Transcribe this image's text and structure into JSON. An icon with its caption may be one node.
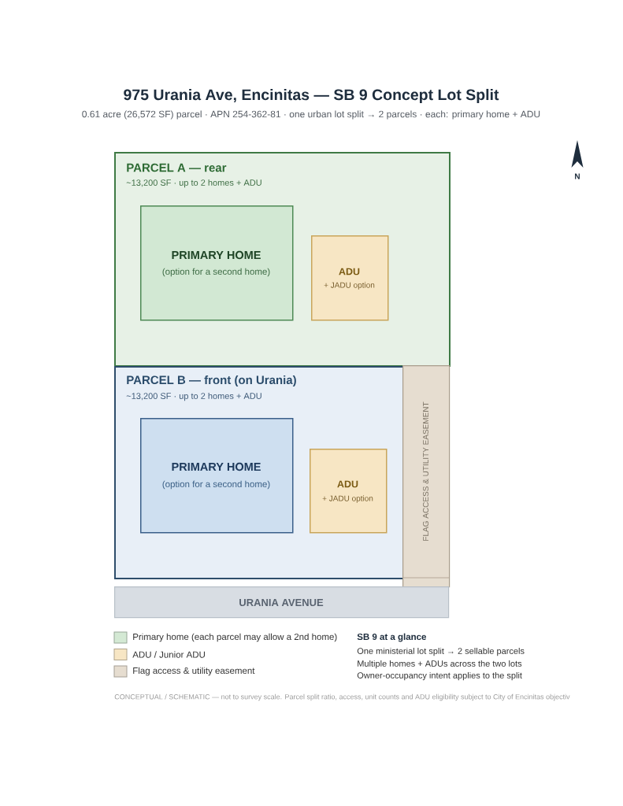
{
  "diagram": {
    "title": "975 Urania Ave, Encinitas — SB 9 Concept Lot Split",
    "nodes": [
      {
        "text": [
          "PARCEL A — rear",
          "~13,200 SF · up to 2 homes + ADU"
        ]
      },
      {
        "text": [
          "PRIMARY HOME",
          "(option for a second home)"
        ],
        "in": 0
      },
      {
        "text": [
          "ADU",
          "+ JADU option"
        ],
        "in": 0
      },
      {
        "text": [
          "PARCEL B — front (on Urania)",
          "~13,200 SF · up to 2 homes + ADU"
        ]
      },
      {
        "text": [
          "PRIMARY HOME",
          "(option for a second home)"
        ],
        "in": 3
      },
      {
        "text": [
          "ADU",
          "+ JADU option"
        ],
        "in": 3
      },
      {
        "text": [
          "FLAG ACCESS & UTILITY EASEMENT"
        ]
      },
      {
        "text": [
          "URANIA AVENUE"
        ]
      }
    ],
    "labels": [
      "0.61 acre (26,572 SF) parcel · APN 254-362-81 · one urban lot split → 2 parcels · each: primary home + ADU",
      "N",
      "SB 9 at a glance",
      "One ministerial lot split → 2 sellable parcels",
      "Multiple homes + ADUs across the two lots",
      "Owner-occupancy intent applies to the split",
      "CONCEPTUAL / SCHEMATIC — not to survey scale. Parcel split ratio, access, unit counts and ADU eligibility subject to City of Encinitas objectiv"
    ],
    "legend": [
      {
        "text": "Primary home (each parcel may allow a 2nd home)",
        "color": "#d4e9d4"
      },
      {
        "text": "ADU / Junior ADU",
        "color": "#f7e6c4"
      },
      {
        "text": "Flag access & utility easement",
        "color": "#e6ddd0"
      }
    ]
  }
}
